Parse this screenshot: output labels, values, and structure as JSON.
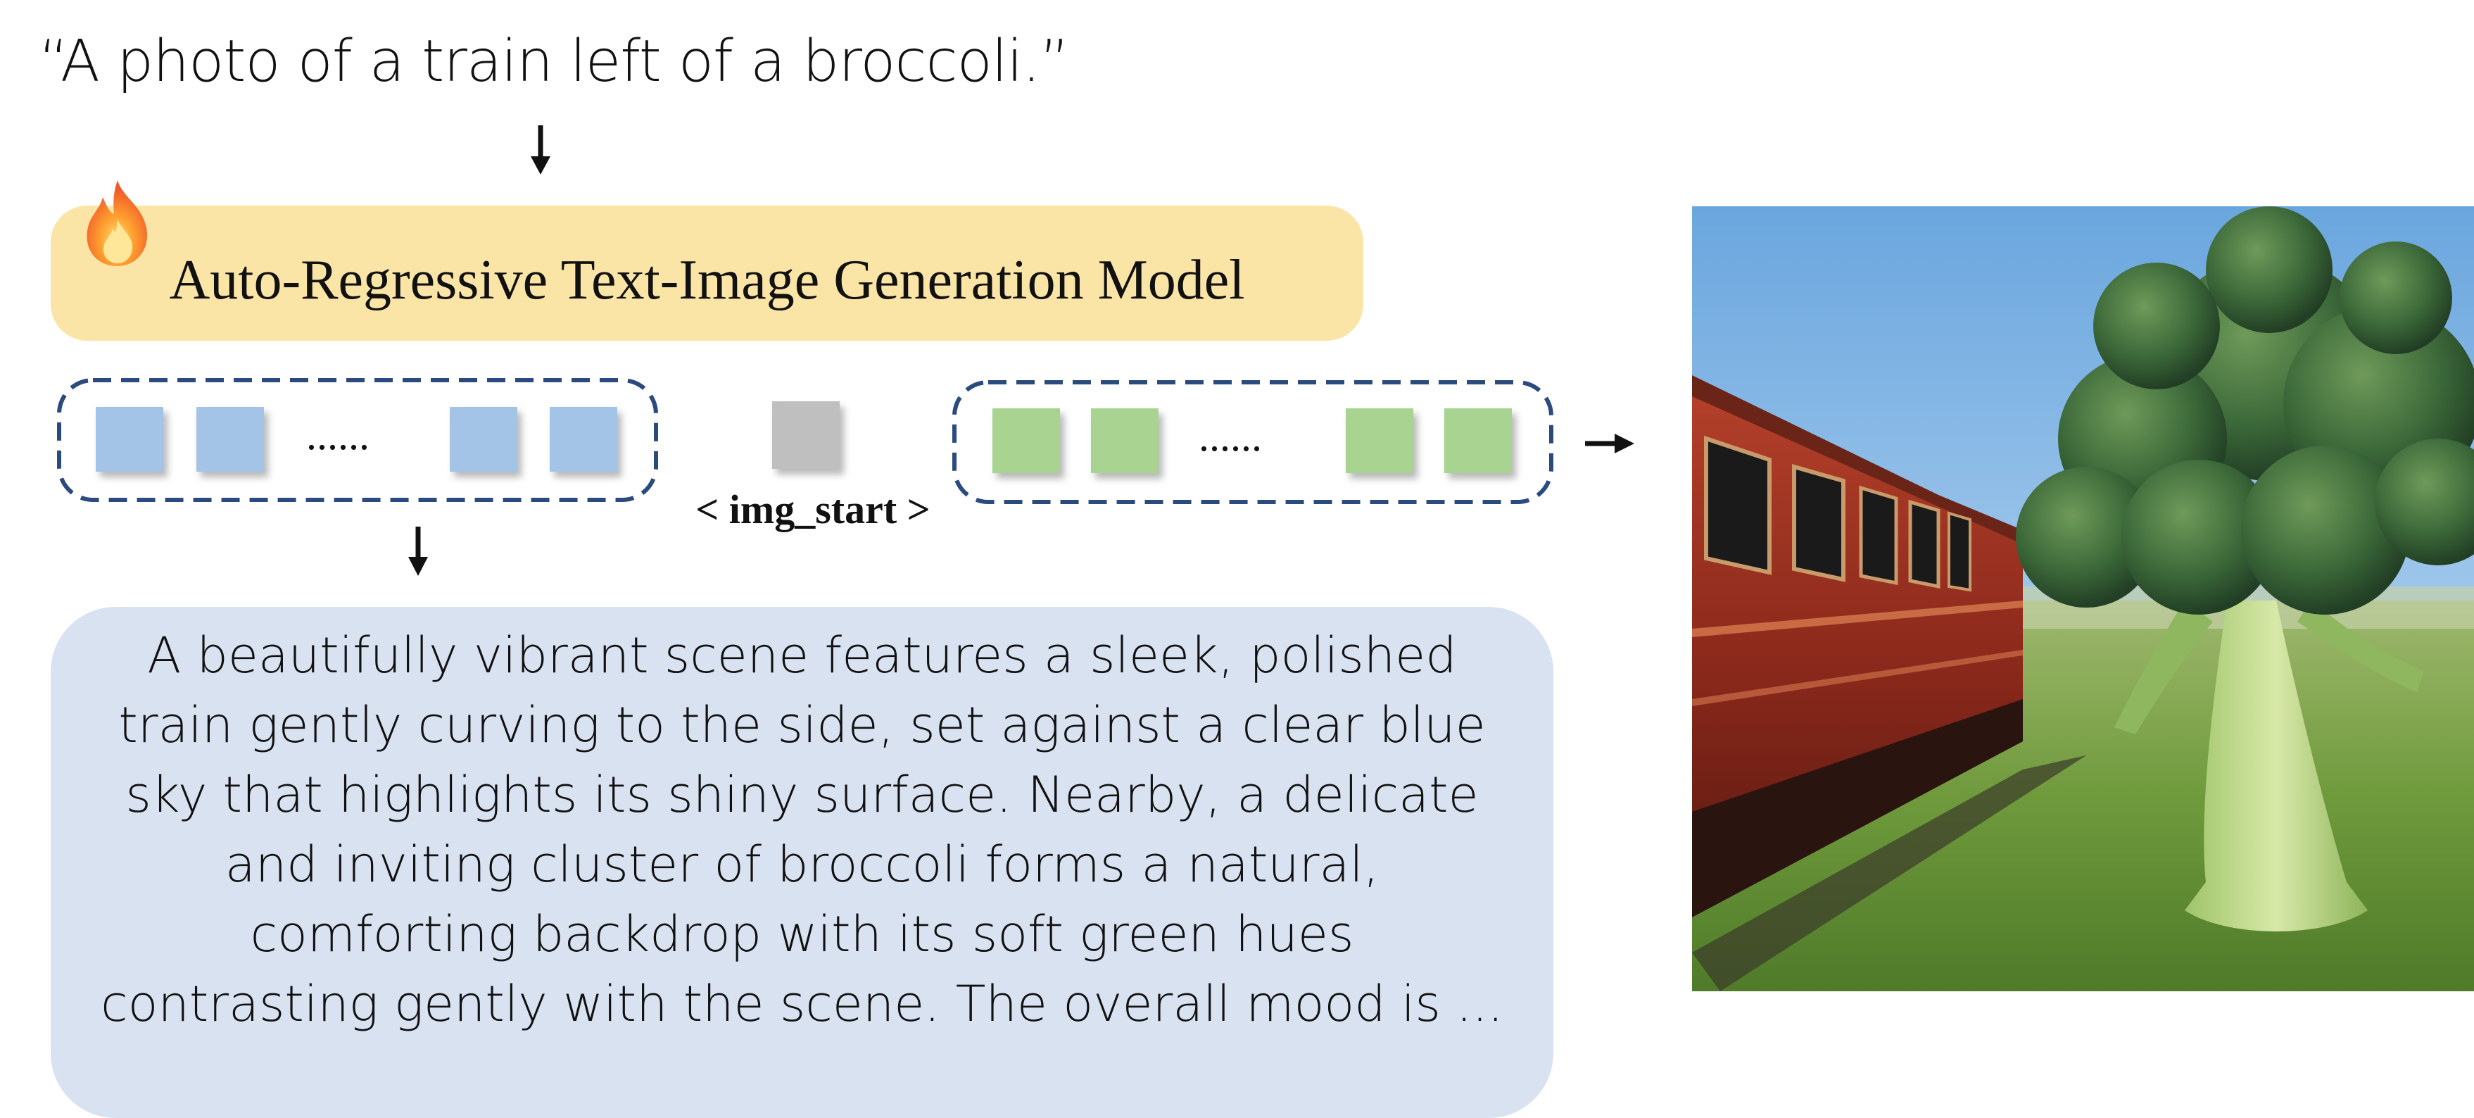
{
  "prompt": "“A photo of a train left of a broccoli.”",
  "model": {
    "title": "Auto-Regressive Text-Image Generation Model",
    "fire_icon": "fire-icon"
  },
  "tokens": {
    "text_token_color": "#a3c4e6",
    "image_token_color": "#a8d391",
    "start_token_color": "#bfbfbf",
    "group_border_color": "#2b4a7e",
    "ellipsis": "......",
    "start_label": "< img_start >"
  },
  "description": {
    "lines": [
      "A beautifully vibrant scene features a sleek, polished",
      "train gently curving to the side, set against a clear blue",
      "sky that highlights its shiny surface. Nearby, a delicate",
      "and inviting cluster of broccoli forms a natural,",
      "comforting backdrop with its soft green hues",
      "contrasting gently with the scene. The overall mood is ..."
    ]
  },
  "colors": {
    "model_box": "#fbe5a6",
    "description_box": "#d9e2f1",
    "arrow": "#111111"
  },
  "image": {
    "icon": "generated-photo-train-broccoli"
  }
}
